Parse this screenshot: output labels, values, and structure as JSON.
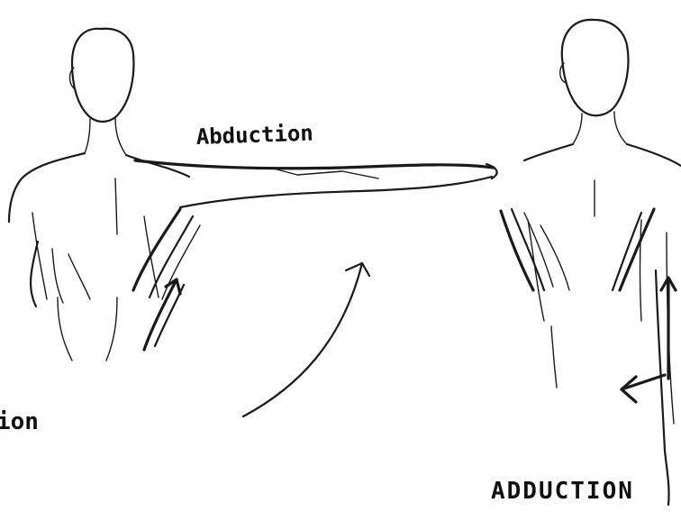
{
  "diagram": {
    "labels": {
      "abduction": "Abduction",
      "adduction": "ADDUCTION",
      "cropped_left": "ion"
    },
    "colors": {
      "ink": "#1a1a1a",
      "paper": "#ffffff"
    }
  }
}
